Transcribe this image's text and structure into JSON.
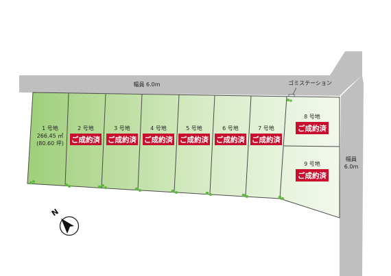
{
  "roads": {
    "north": {
      "label": "幅員 6.0m"
    },
    "east": {
      "line1": "幅員",
      "line2": "6.0m"
    }
  },
  "garbage_station": {
    "label": "ゴミステーション"
  },
  "lots": [
    {
      "label": "1 号地",
      "area_m2": "266.45 ㎡",
      "area_tsubo": "(80.60 坪)",
      "status": ""
    },
    {
      "label": "2 号地",
      "status": "ご成約済"
    },
    {
      "label": "3 号地",
      "status": "ご成約済"
    },
    {
      "label": "4 号地",
      "status": "ご成約済"
    },
    {
      "label": "5 号地",
      "status": "ご成約済"
    },
    {
      "label": "6 号地",
      "status": "ご成約済"
    },
    {
      "label": "7 号地",
      "status": "ご成約済"
    },
    {
      "label": "8 号地",
      "status": "ご成約済"
    },
    {
      "label": "9 号地",
      "status": "ご成約済"
    }
  ],
  "compass": {
    "label": "N"
  },
  "colors": {
    "road": "#bfbfbf",
    "lot_green_dark": "#9fcf7a",
    "lot_green_light": "#eef7e6",
    "badge": "#c8102e",
    "tree": "#5fb83f"
  }
}
